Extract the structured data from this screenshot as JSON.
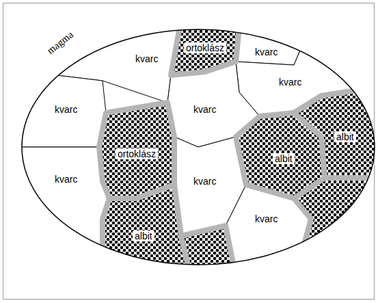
{
  "diagram": {
    "nodes": [
      {
        "text": [
          "ortoklász"
        ]
      },
      {
        "text": [
          "kvarc"
        ]
      },
      {
        "text": [
          "kvarc"
        ]
      },
      {
        "text": [
          "kvarc"
        ]
      },
      {
        "text": [
          "kvarc"
        ]
      },
      {
        "text": [
          "kvarc"
        ]
      },
      {
        "text": [
          "albit"
        ]
      },
      {
        "text": [
          "ortoklász"
        ]
      },
      {
        "text": [
          "albit"
        ]
      },
      {
        "text": [
          "kvarc"
        ]
      },
      {
        "text": [
          "kvarc"
        ]
      },
      {
        "text": [
          "kvarc"
        ]
      },
      {
        "text": [
          "albit"
        ]
      }
    ],
    "labels": [
      "magma"
    ]
  }
}
